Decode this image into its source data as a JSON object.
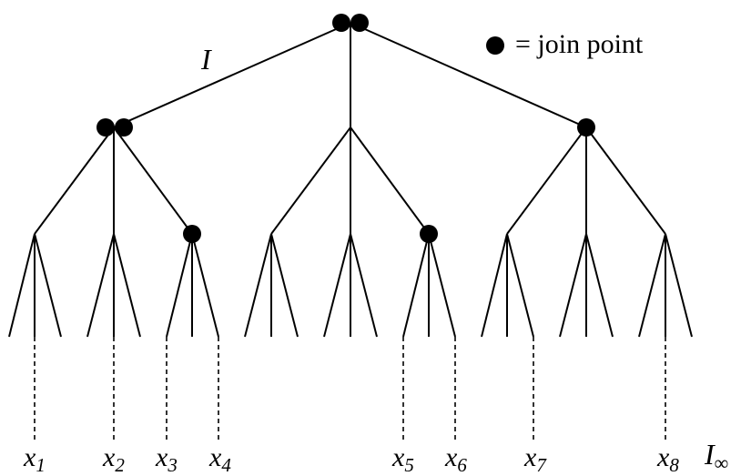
{
  "legend": {
    "symbol_label": "= join point"
  },
  "top_edge_label": "I",
  "leaves": [
    {
      "base": "x",
      "sub": "1"
    },
    {
      "base": "x",
      "sub": "2"
    },
    {
      "base": "x",
      "sub": "3"
    },
    {
      "base": "x",
      "sub": "4"
    },
    {
      "base": "x",
      "sub": "5"
    },
    {
      "base": "x",
      "sub": "6"
    },
    {
      "base": "x",
      "sub": "7"
    },
    {
      "base": "x",
      "sub": "8"
    }
  ],
  "infinity_label": {
    "base": "I",
    "sub": "∞"
  }
}
